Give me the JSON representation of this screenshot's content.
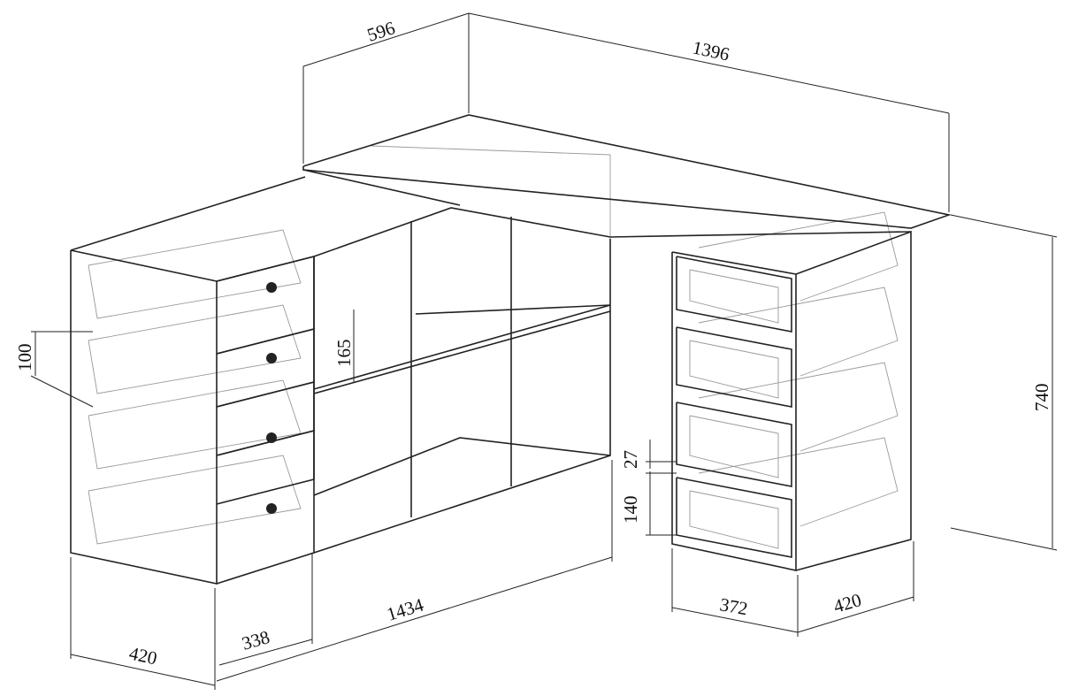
{
  "drawing": {
    "title": "Corner desk with drawers and shelves",
    "dimensions": {
      "depth_top": "596",
      "length_top": "1396",
      "height": "740",
      "left_depth": "420",
      "shelf_depth": "338",
      "length_front": "1434",
      "pedestal_width": "372",
      "pedestal_depth": "420",
      "drawer_height_left": "100",
      "shelf_gap": "165",
      "drawer_gap": "27",
      "drawer_height_right": "140"
    },
    "colors": {
      "line": "#222222",
      "hidden": "#999999",
      "background": "#ffffff"
    }
  }
}
